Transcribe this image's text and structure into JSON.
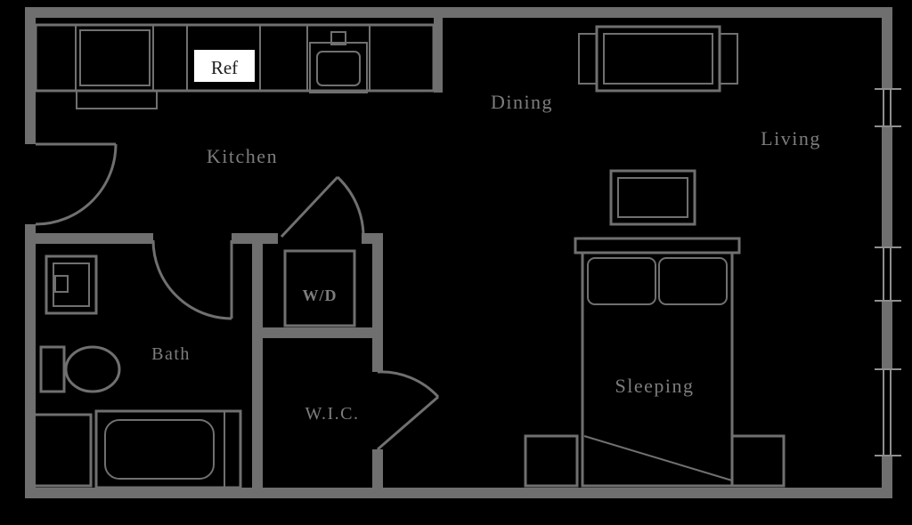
{
  "floor_plan": {
    "rooms": {
      "kitchen": "Kitchen",
      "dining": "Dining",
      "living": "Living",
      "bath": "Bath",
      "wd": "W/D",
      "wic": "W.I.C.",
      "sleeping": "Sleeping"
    },
    "appliances": {
      "refrigerator": "Ref"
    }
  },
  "colors": {
    "background": "#000000",
    "wall": "#6f6f6f",
    "fixture_line": "#707070",
    "window_line": "#8f8f8f",
    "label_text": "#7d7d7d",
    "ref_background": "#ffffff",
    "ref_text": "#1f1f1f"
  }
}
